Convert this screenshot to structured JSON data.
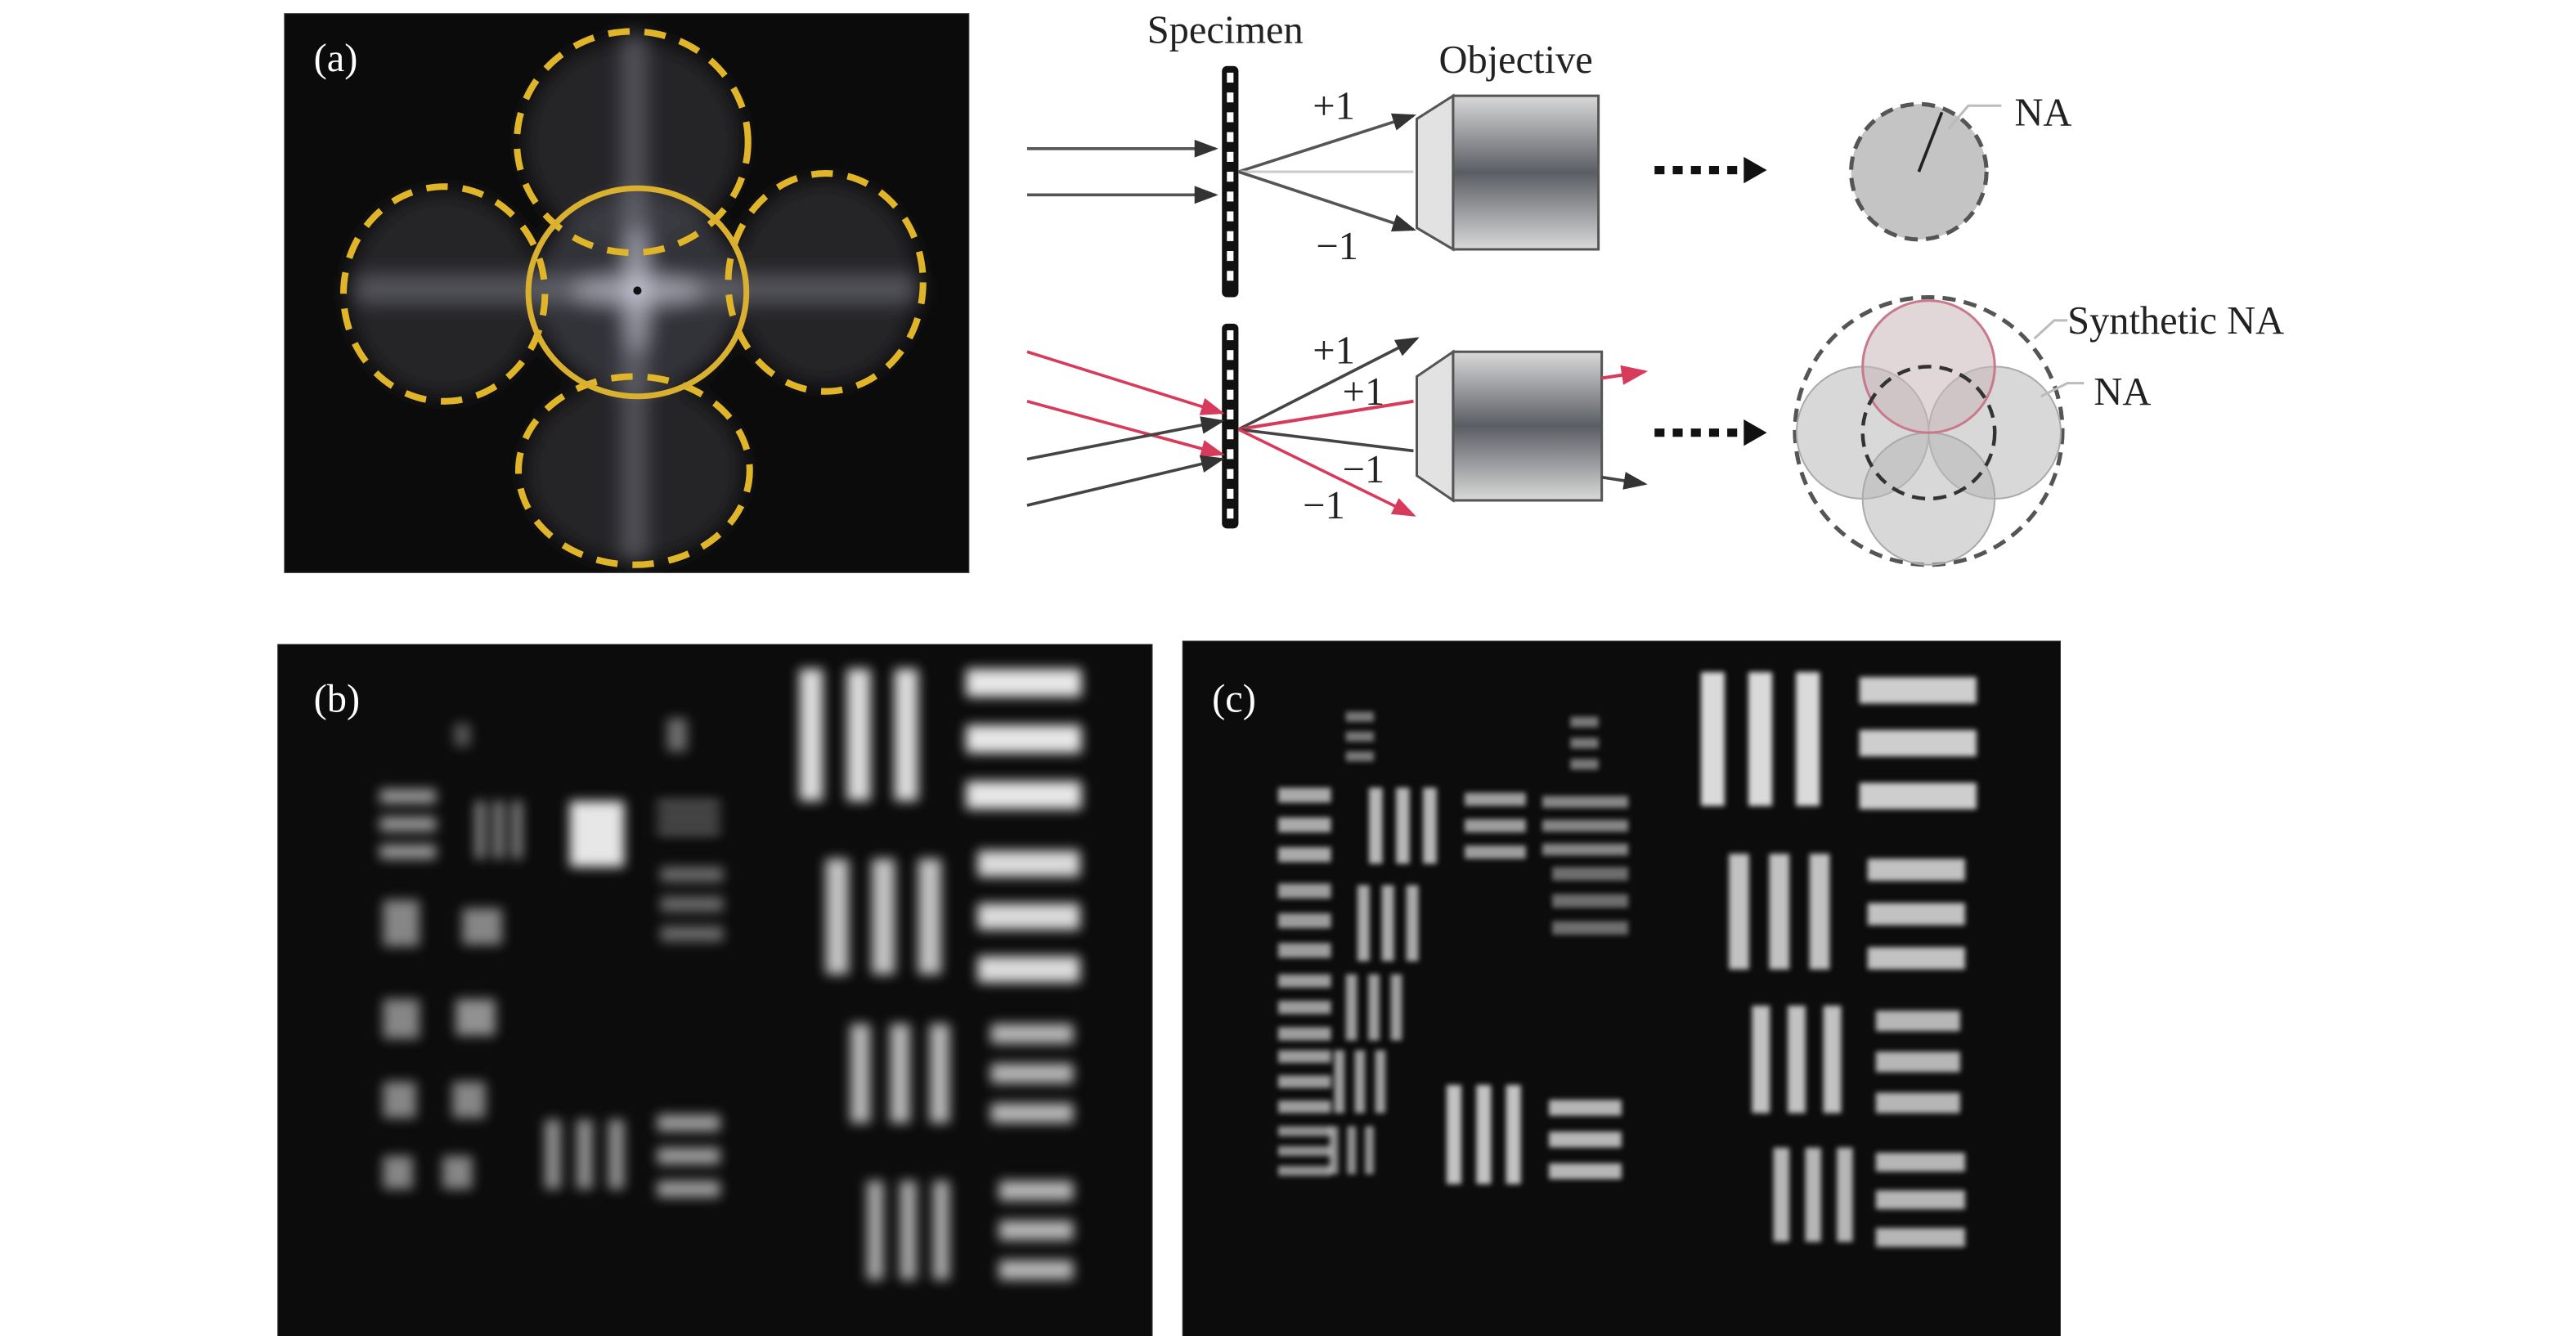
{
  "panels": {
    "a": {
      "label": "(a)"
    },
    "b": {
      "label": "(b)"
    },
    "c": {
      "label": "(c)"
    }
  },
  "diagram": {
    "specimen_label": "Specimen",
    "objective_label": "Objective",
    "top": {
      "plus_order": "+1",
      "minus_order": "−1",
      "na_label": "NA"
    },
    "bottom": {
      "plus_order_a": "+1",
      "plus_order_b": "+1",
      "minus_order_a": "−1",
      "minus_order_b": "−1",
      "synthetic_na_label": "Synthetic NA",
      "na_label": "NA"
    }
  },
  "colors": {
    "pupil_yellow": "#e0b52a",
    "oblique_ray": "#d83a5c",
    "ray": "#555555",
    "pupil_fill": "#c4c4c4"
  }
}
